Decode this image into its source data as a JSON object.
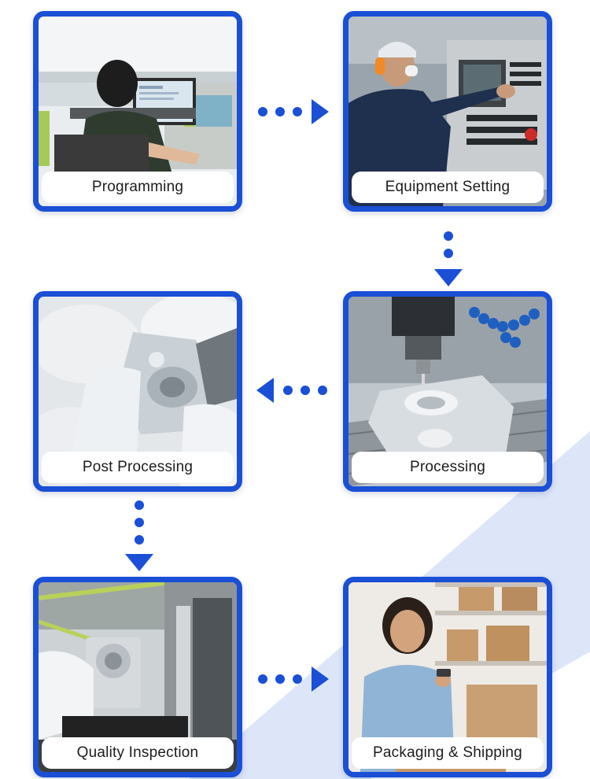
{
  "colors": {
    "accent": "#1a4fd6",
    "stripe": "#dde5f8"
  },
  "steps": [
    {
      "id": "programming",
      "label": "Programming",
      "photo": "programmer-at-computer-photo"
    },
    {
      "id": "equipment-setting",
      "label": "Equipment Setting",
      "photo": "operator-at-cnc-control-panel-photo"
    },
    {
      "id": "processing",
      "label": "Processing",
      "photo": "cnc-milling-aluminum-part-photo"
    },
    {
      "id": "post-processing",
      "label": "Post Processing",
      "photo": "gloved-hands-finishing-part-photo"
    },
    {
      "id": "quality-inspection",
      "label": "Quality Inspection",
      "photo": "part-measurement-inspection-photo"
    },
    {
      "id": "packaging-shipping",
      "label": "Packaging & Shipping",
      "photo": "woman-packing-boxes-photo"
    }
  ],
  "connectors": [
    {
      "from": "programming",
      "to": "equipment-setting",
      "direction": "right"
    },
    {
      "from": "equipment-setting",
      "to": "processing",
      "direction": "down"
    },
    {
      "from": "processing",
      "to": "post-processing",
      "direction": "left"
    },
    {
      "from": "post-processing",
      "to": "quality-inspection",
      "direction": "down"
    },
    {
      "from": "quality-inspection",
      "to": "packaging-shipping",
      "direction": "right"
    }
  ]
}
